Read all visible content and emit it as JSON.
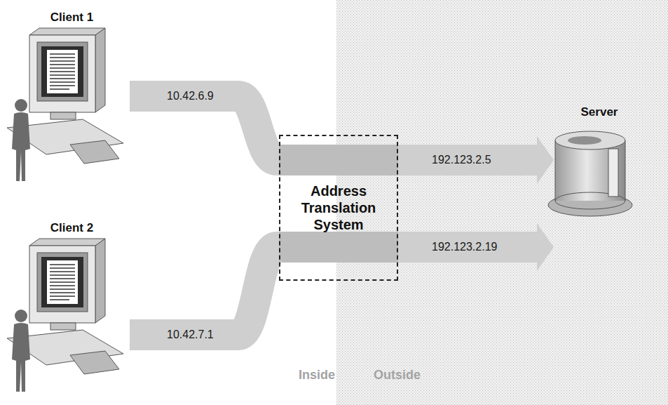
{
  "diagram": {
    "nodes": [
      {
        "text": [
          "Client 1"
        ]
      },
      {
        "text": [
          "Server"
        ]
      },
      {
        "text": [
          "Address Translation System"
        ]
      },
      {
        "text": [
          "Client 2"
        ]
      }
    ],
    "edges": [
      {
        "from": 0,
        "to": 2,
        "label": "10.42.6.9",
        "arrow": "none"
      },
      {
        "from": 2,
        "to": 1,
        "label": "192.123.2.5",
        "arrow": "to"
      },
      {
        "from": 3,
        "to": 2,
        "label": "10.42.7.1",
        "arrow": "none"
      },
      {
        "from": 2,
        "to": 1,
        "label": "192.123.2.19",
        "arrow": "to"
      }
    ],
    "labels": [
      "Inside",
      "Outside"
    ]
  }
}
